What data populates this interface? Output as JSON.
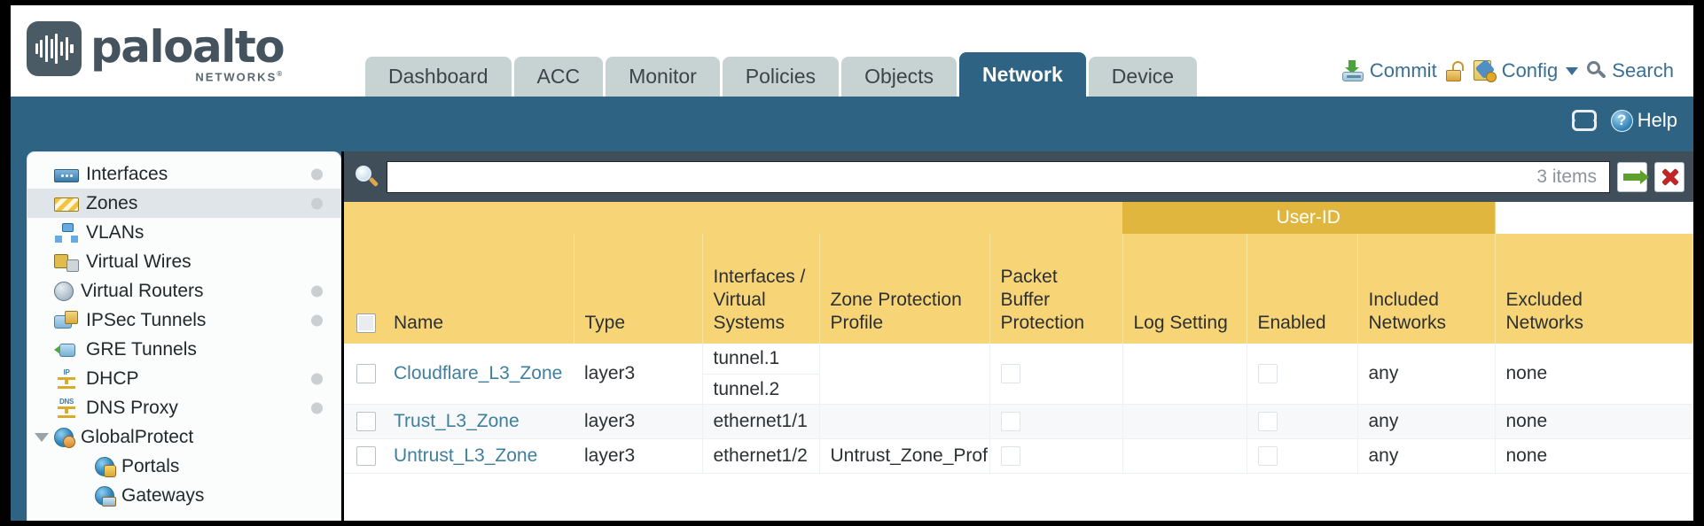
{
  "brand": {
    "name": "paloalto",
    "tagline": "NETWORKS",
    "registered": "®"
  },
  "header": {
    "tabs": [
      {
        "label": "Dashboard",
        "active": false
      },
      {
        "label": "ACC",
        "active": false
      },
      {
        "label": "Monitor",
        "active": false
      },
      {
        "label": "Policies",
        "active": false
      },
      {
        "label": "Objects",
        "active": false
      },
      {
        "label": "Network",
        "active": true
      },
      {
        "label": "Device",
        "active": false
      }
    ],
    "actions": {
      "commit": "Commit",
      "lock_icon": "unlock-icon",
      "config": "Config",
      "search": "Search"
    }
  },
  "toolbar": {
    "refresh_icon": "refresh-icon",
    "help": "Help",
    "help_icon": "help-icon"
  },
  "sidebar": {
    "items": [
      {
        "label": "Interfaces",
        "icon": "interfaces-icon",
        "selected": false,
        "dot": true,
        "child": false,
        "expander": false
      },
      {
        "label": "Zones",
        "icon": "zones-icon",
        "selected": true,
        "dot": true,
        "child": false,
        "expander": false
      },
      {
        "label": "VLANs",
        "icon": "vlans-icon",
        "selected": false,
        "dot": false,
        "child": false,
        "expander": false
      },
      {
        "label": "Virtual Wires",
        "icon": "virtual-wires-icon",
        "selected": false,
        "dot": false,
        "child": false,
        "expander": false
      },
      {
        "label": "Virtual Routers",
        "icon": "virtual-routers-icon",
        "selected": false,
        "dot": true,
        "child": false,
        "expander": false
      },
      {
        "label": "IPSec Tunnels",
        "icon": "ipsec-tunnels-icon",
        "selected": false,
        "dot": true,
        "child": false,
        "expander": false
      },
      {
        "label": "GRE Tunnels",
        "icon": "gre-tunnels-icon",
        "selected": false,
        "dot": false,
        "child": false,
        "expander": false
      },
      {
        "label": "DHCP",
        "icon": "dhcp-icon",
        "selected": false,
        "dot": true,
        "child": false,
        "expander": false
      },
      {
        "label": "DNS Proxy",
        "icon": "dns-proxy-icon",
        "selected": false,
        "dot": true,
        "child": false,
        "expander": false
      },
      {
        "label": "GlobalProtect",
        "icon": "globalprotect-icon",
        "selected": false,
        "dot": false,
        "child": false,
        "expander": true
      },
      {
        "label": "Portals",
        "icon": "portals-icon",
        "selected": false,
        "dot": false,
        "child": true,
        "expander": false
      },
      {
        "label": "Gateways",
        "icon": "gateways-icon",
        "selected": false,
        "dot": false,
        "child": true,
        "expander": false
      }
    ]
  },
  "search": {
    "value": "",
    "placeholder": "",
    "item_count": "3 items",
    "apply_icon": "apply-arrow-icon",
    "clear_icon": "clear-x-icon",
    "search_icon": "search-icon"
  },
  "table": {
    "group_header": "User-ID",
    "columns": [
      "Name",
      "Type",
      "Interfaces / Virtual Systems",
      "Zone Protection Profile",
      "Packet Buffer Protection",
      "Log Setting",
      "Enabled",
      "Included Networks",
      "Excluded Networks"
    ],
    "rows": [
      {
        "name": "Cloudflare_L3_Zone",
        "type": "layer3",
        "interfaces": [
          "tunnel.1",
          "tunnel.2"
        ],
        "zone_protection_profile": "",
        "packet_buffer_protection": false,
        "log_setting": "",
        "userid_enabled": false,
        "included_networks": "any",
        "excluded_networks": "none",
        "selected": false
      },
      {
        "name": "Trust_L3_Zone",
        "type": "layer3",
        "interfaces": [
          "ethernet1/1"
        ],
        "zone_protection_profile": "",
        "packet_buffer_protection": false,
        "log_setting": "",
        "userid_enabled": false,
        "included_networks": "any",
        "excluded_networks": "none",
        "selected": false
      },
      {
        "name": "Untrust_L3_Zone",
        "type": "layer3",
        "interfaces": [
          "ethernet1/2"
        ],
        "zone_protection_profile": "Untrust_Zone_Prof",
        "packet_buffer_protection": false,
        "log_setting": "",
        "userid_enabled": false,
        "included_networks": "any",
        "excluded_networks": "none",
        "selected": false
      }
    ]
  },
  "colors": {
    "brand_blue": "#2e6383",
    "table_header": "#f7d577",
    "group_header": "#e0b63f",
    "search_bar": "#3f4e58",
    "link": "#3f7f9e"
  }
}
